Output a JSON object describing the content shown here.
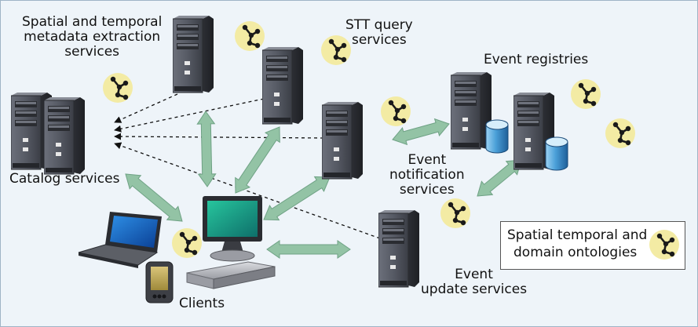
{
  "labels": {
    "metadata_services": [
      "Spatial and temporal",
      "metadata extraction",
      "services"
    ],
    "stt_query": [
      "STT query",
      "services"
    ],
    "event_registries": "Event registries",
    "catalog_services": "Catalog services",
    "event_notification": [
      "Event",
      "notification",
      "services"
    ],
    "event_update": [
      "Event",
      "update services"
    ],
    "clients": "Clients"
  },
  "legend": {
    "line1": "Spatial temporal and",
    "line2": "domain ontologies"
  },
  "icons": {
    "server": "server-tower-icon",
    "database": "database-cylinder-icon",
    "ontology": "ontology-graph-icon",
    "monitor": "desktop-monitor-icon",
    "laptop": "laptop-icon",
    "pda": "pda-icon",
    "network_device": "network-appliance-icon"
  },
  "colors": {
    "background": "#eef4f9",
    "arrow": "#93c3a5",
    "ontology_disk": "#f3eba4",
    "server_body": "#4b4e57",
    "database": "#4a9fd8"
  }
}
